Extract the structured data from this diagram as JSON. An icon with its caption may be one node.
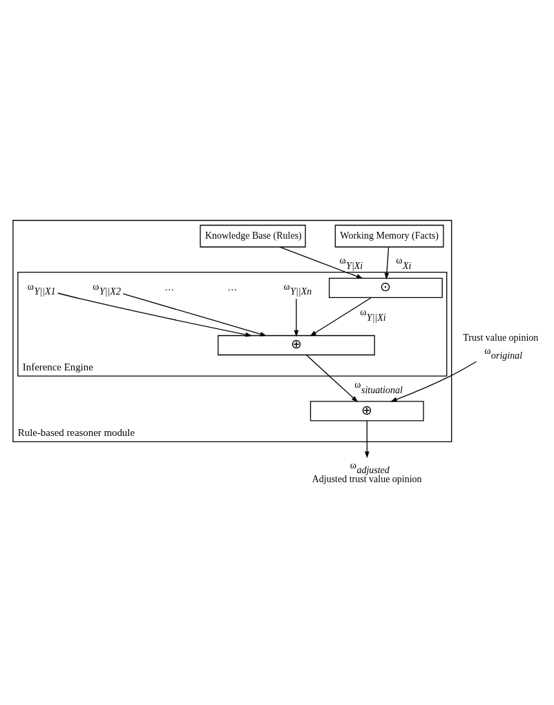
{
  "diagram": {
    "nodes": [
      {
        "text": [
          "Rule-based reasoner module"
        ]
      },
      {
        "text": [
          "Knowledge Base (Rules)"
        ],
        "in": 0
      },
      {
        "text": [
          "Working Memory (Facts)"
        ],
        "in": 0
      },
      {
        "text": [
          "Inference Engine"
        ],
        "in": 0
      },
      {
        "text": [
          "⊙"
        ],
        "in": 3
      },
      {
        "text": [
          "⊕"
        ],
        "in": 3
      },
      {
        "text": [
          "ω$_{Y||X1}$"
        ],
        "in": 3
      },
      {
        "text": [
          "ω$_{Y||X2}$"
        ],
        "in": 3
      },
      {
        "text": [
          "ω$_{Y||Xn}$"
        ],
        "in": 3
      },
      {
        "text": [
          "⊕"
        ],
        "in": 0
      },
      {
        "text": [
          "Trust value opinion",
          "ω$_{original}$"
        ]
      },
      {
        "text": [
          "ω$_{adjusted}$",
          "Adjusted trust value opinion"
        ]
      }
    ],
    "edges": [
      {
        "from": 1,
        "to": 4,
        "arrow": "to",
        "label": "ω$_{Y|Xi}$"
      },
      {
        "from": 2,
        "to": 4,
        "arrow": "to",
        "label": "ω$_{Xi}$"
      },
      {
        "from": 6,
        "to": 5,
        "arrow": "to"
      },
      {
        "from": 7,
        "to": 5,
        "arrow": "to"
      },
      {
        "from": 4,
        "to": 5,
        "arrow": "to",
        "label": "ω$_{Y||Xi}$"
      },
      {
        "from": 8,
        "to": 5,
        "arrow": "to"
      },
      {
        "from": 5,
        "to": 9,
        "arrow": "to",
        "label": "ω$_{situational}$"
      },
      {
        "from": 10,
        "to": 9,
        "arrow": "to"
      },
      {
        "from": 9,
        "to": 11,
        "arrow": "to"
      }
    ],
    "labels": [
      "…",
      "…"
    ]
  }
}
